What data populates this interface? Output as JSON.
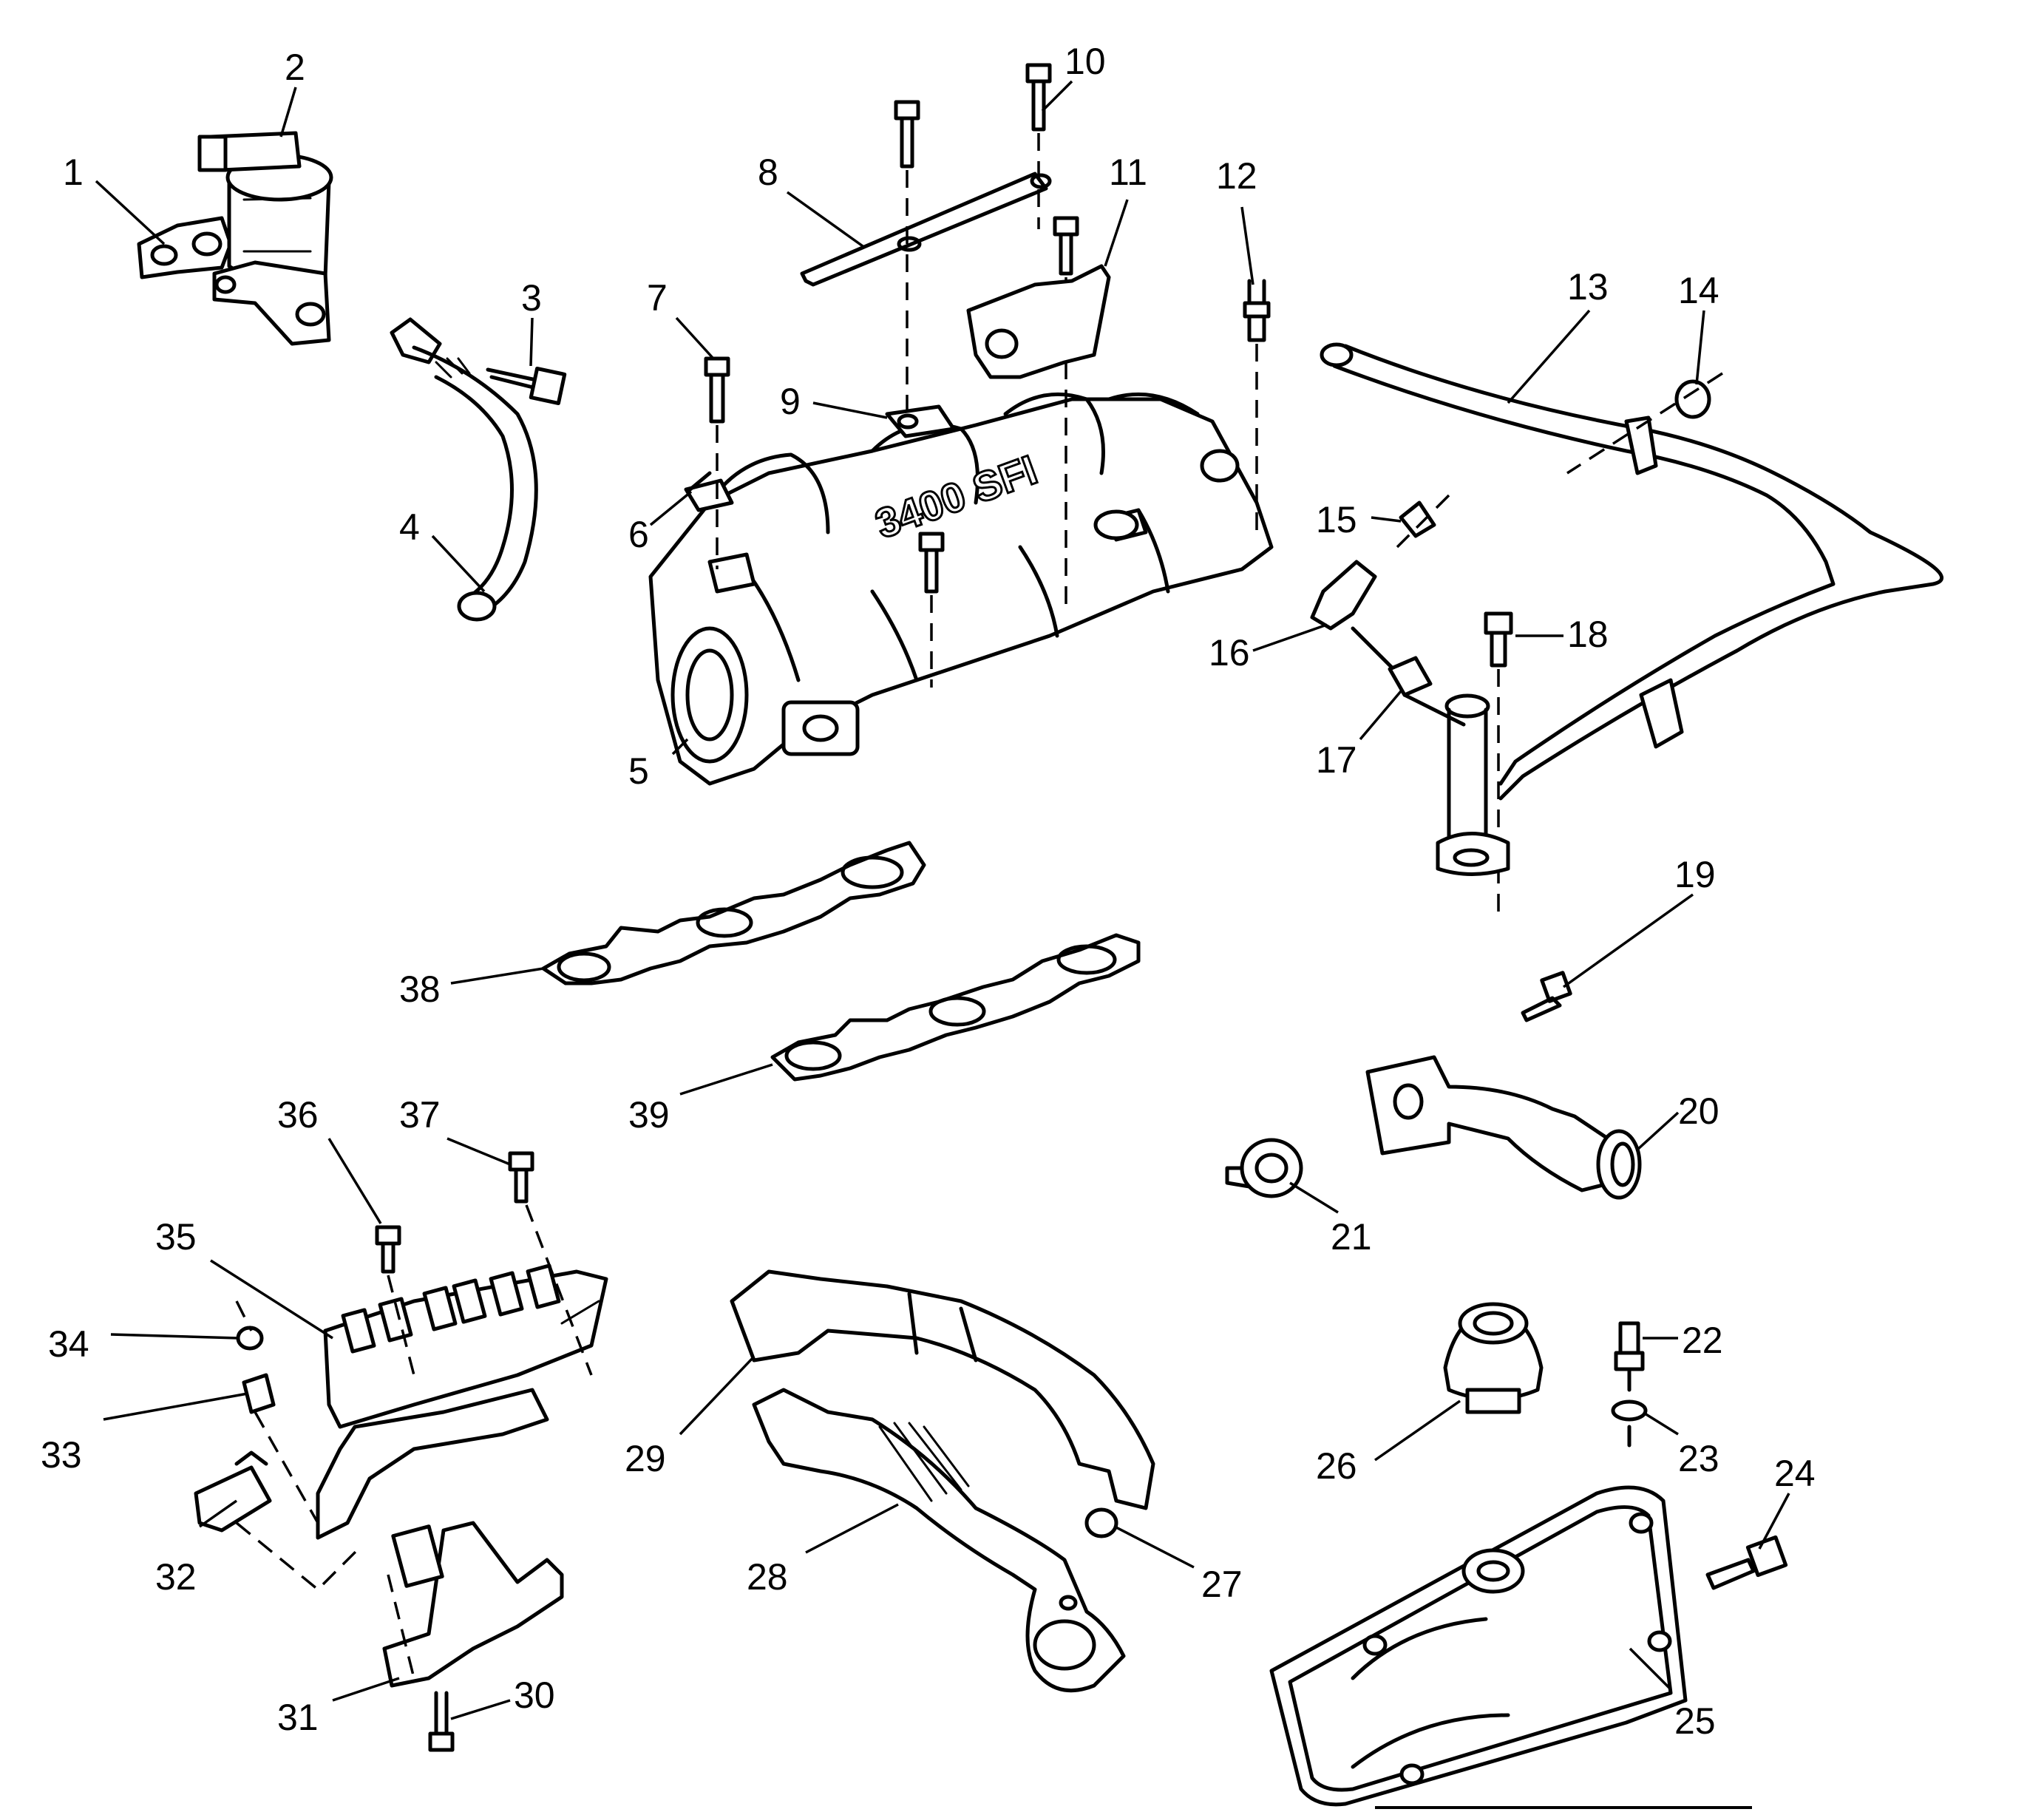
{
  "diagram": {
    "manifold_casting_text": "3400 SFI",
    "callouts": [
      {
        "id": "c1",
        "label": "1"
      },
      {
        "id": "c2",
        "label": "2"
      },
      {
        "id": "c3",
        "label": "3"
      },
      {
        "id": "c4",
        "label": "4"
      },
      {
        "id": "c5",
        "label": "5"
      },
      {
        "id": "c6",
        "label": "6"
      },
      {
        "id": "c7",
        "label": "7"
      },
      {
        "id": "c8",
        "label": "8"
      },
      {
        "id": "c9",
        "label": "9"
      },
      {
        "id": "c10",
        "label": "10"
      },
      {
        "id": "c11",
        "label": "11"
      },
      {
        "id": "c12",
        "label": "12"
      },
      {
        "id": "c13",
        "label": "13"
      },
      {
        "id": "c14",
        "label": "14"
      },
      {
        "id": "c15",
        "label": "15"
      },
      {
        "id": "c16",
        "label": "16"
      },
      {
        "id": "c17",
        "label": "17"
      },
      {
        "id": "c18",
        "label": "18"
      },
      {
        "id": "c19",
        "label": "19"
      },
      {
        "id": "c20",
        "label": "20"
      },
      {
        "id": "c21",
        "label": "21"
      },
      {
        "id": "c22",
        "label": "22"
      },
      {
        "id": "c23",
        "label": "23"
      },
      {
        "id": "c24",
        "label": "24"
      },
      {
        "id": "c25",
        "label": "25"
      },
      {
        "id": "c26",
        "label": "26"
      },
      {
        "id": "c27",
        "label": "27"
      },
      {
        "id": "c28",
        "label": "28"
      },
      {
        "id": "c29",
        "label": "29"
      },
      {
        "id": "c30",
        "label": "30"
      },
      {
        "id": "c31",
        "label": "31"
      },
      {
        "id": "c32",
        "label": "32"
      },
      {
        "id": "c33",
        "label": "33"
      },
      {
        "id": "c34",
        "label": "34"
      },
      {
        "id": "c35",
        "label": "35"
      },
      {
        "id": "c36",
        "label": "36"
      },
      {
        "id": "c37",
        "label": "37"
      },
      {
        "id": "c38",
        "label": "38"
      },
      {
        "id": "c39",
        "label": "39"
      }
    ]
  }
}
